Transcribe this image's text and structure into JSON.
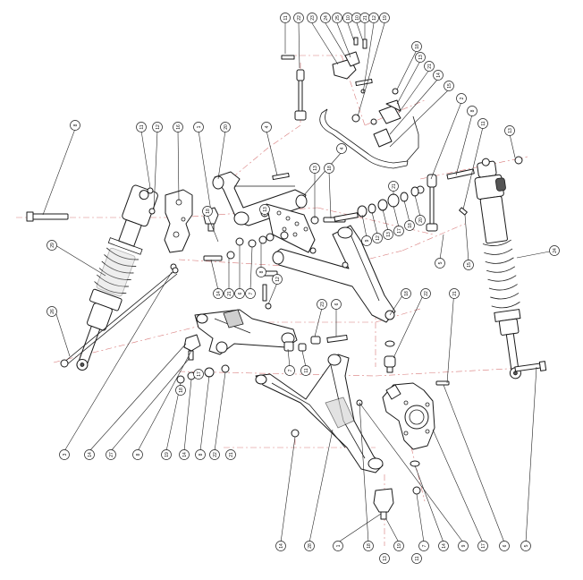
{
  "callouts": [
    {
      "id": "c-top-01",
      "label": "11"
    },
    {
      "id": "c-top-02",
      "label": "22"
    },
    {
      "id": "c-top-03",
      "label": "23"
    },
    {
      "id": "c-top-04",
      "label": "24"
    },
    {
      "id": "c-top-05",
      "label": "25"
    },
    {
      "id": "c-top-06",
      "label": "10"
    },
    {
      "id": "c-top-07",
      "label": "10"
    },
    {
      "id": "c-top-08",
      "label": "21"
    },
    {
      "id": "c-top-09",
      "label": "12"
    },
    {
      "id": "c-top-10",
      "label": "19"
    },
    {
      "id": "c-r-01",
      "label": "18"
    },
    {
      "id": "c-r-02",
      "label": "13"
    },
    {
      "id": "c-r-03",
      "label": "21"
    },
    {
      "id": "c-r-04",
      "label": "14"
    },
    {
      "id": "c-r-05",
      "label": "15"
    },
    {
      "id": "c-r-06",
      "label": "2"
    },
    {
      "id": "c-r-07",
      "label": "8"
    },
    {
      "id": "c-r-08",
      "label": "11"
    },
    {
      "id": "c-r-09",
      "label": "13"
    },
    {
      "id": "c-l-01",
      "label": "8"
    },
    {
      "id": "c-l-02",
      "label": "11"
    },
    {
      "id": "c-l-03",
      "label": "12"
    },
    {
      "id": "c-l-04",
      "label": "16"
    },
    {
      "id": "c-l-05",
      "label": "1"
    },
    {
      "id": "c-l-06",
      "label": "20"
    },
    {
      "id": "c-l-07",
      "label": "4"
    },
    {
      "id": "c-l-08",
      "label": "13"
    },
    {
      "id": "c-l-09",
      "label": "18"
    },
    {
      "id": "c-l-10",
      "label": "4"
    },
    {
      "id": "c-l-11",
      "label": "29"
    },
    {
      "id": "c-m-01",
      "label": "18"
    },
    {
      "id": "c-m-02",
      "label": "13"
    },
    {
      "id": "c-m-03",
      "label": "14"
    },
    {
      "id": "c-m-04",
      "label": "21"
    },
    {
      "id": "c-m-05",
      "label": "6"
    },
    {
      "id": "c-m-06",
      "label": "7"
    },
    {
      "id": "c-m-07",
      "label": "8"
    },
    {
      "id": "c-m-08",
      "label": "9"
    },
    {
      "id": "c-m-09",
      "label": "12"
    },
    {
      "id": "c-m-10",
      "label": "13"
    },
    {
      "id": "c-m-11",
      "label": "17"
    },
    {
      "id": "c-m-12",
      "label": "18"
    },
    {
      "id": "c-m-13",
      "label": "20"
    },
    {
      "id": "c-m-14",
      "label": "21"
    },
    {
      "id": "c-m-15",
      "label": "24"
    },
    {
      "id": "c-m-16",
      "label": "5"
    },
    {
      "id": "c-m-17",
      "label": "15"
    },
    {
      "id": "c-m-18",
      "label": "18"
    },
    {
      "id": "c-m-19",
      "label": "22"
    },
    {
      "id": "c-m-20",
      "label": "21"
    },
    {
      "id": "c-m-21",
      "label": "23"
    },
    {
      "id": "c-m-22",
      "label": "6"
    },
    {
      "id": "c-m-23",
      "label": "7"
    },
    {
      "id": "c-m-24",
      "label": "11"
    },
    {
      "id": "c-m-25",
      "label": "12"
    },
    {
      "id": "c-m-26",
      "label": "26"
    },
    {
      "id": "c-m-27",
      "label": "17"
    },
    {
      "id": "c-m-28",
      "label": "18"
    },
    {
      "id": "c-b-01",
      "label": "3"
    },
    {
      "id": "c-b-02",
      "label": "14"
    },
    {
      "id": "c-b-03",
      "label": "27"
    },
    {
      "id": "c-b-04",
      "label": "8"
    },
    {
      "id": "c-b-05",
      "label": "19"
    },
    {
      "id": "c-b-06",
      "label": "14"
    },
    {
      "id": "c-b-07",
      "label": "8"
    },
    {
      "id": "c-b-08",
      "label": "22"
    },
    {
      "id": "c-b-09",
      "label": "21"
    },
    {
      "id": "c-b-10",
      "label": "14"
    },
    {
      "id": "c-b-11",
      "label": "28"
    },
    {
      "id": "c-b-12",
      "label": "1"
    },
    {
      "id": "c-b-13",
      "label": "19"
    },
    {
      "id": "c-b-14",
      "label": "7"
    },
    {
      "id": "c-b-15",
      "label": "14"
    },
    {
      "id": "c-b-16",
      "label": "9"
    },
    {
      "id": "c-b-17",
      "label": "17"
    },
    {
      "id": "c-b-18",
      "label": "6"
    },
    {
      "id": "c-b-19",
      "label": "5"
    },
    {
      "id": "c-b-20",
      "label": "18"
    },
    {
      "id": "c-b-21",
      "label": "11"
    },
    {
      "id": "c-b-22",
      "label": "13"
    }
  ]
}
